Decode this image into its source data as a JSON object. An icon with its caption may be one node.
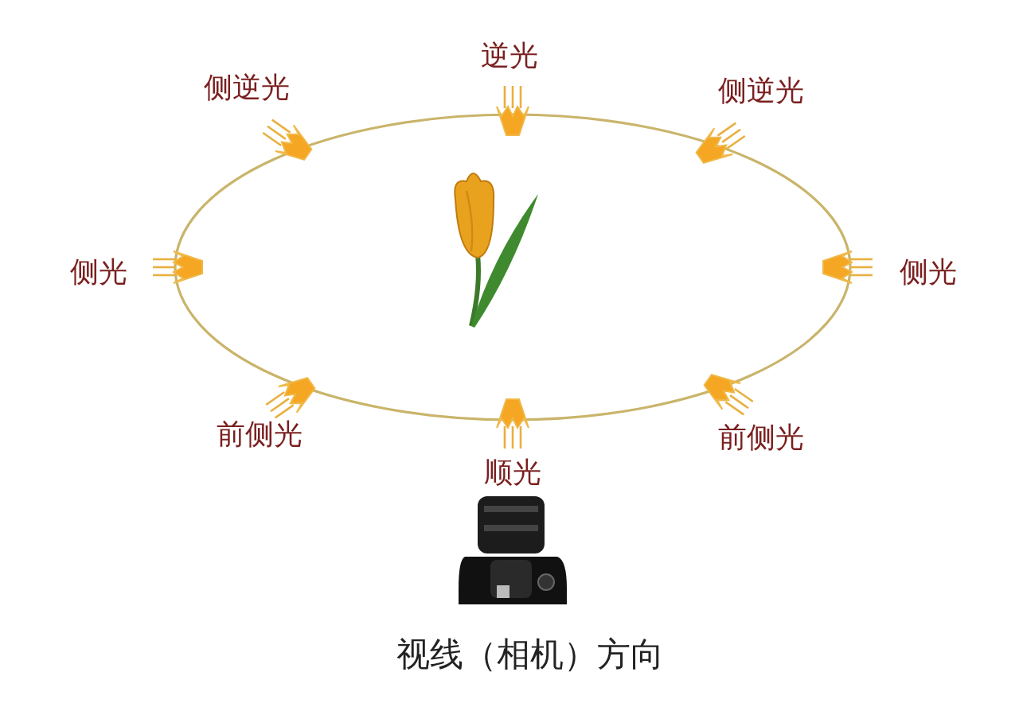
{
  "diagram": {
    "caption": "视线（相机）方向",
    "labels": [
      "逆光",
      "侧逆光",
      "侧逆光",
      "侧光",
      "侧光",
      "前侧光",
      "前侧光",
      "顺光"
    ]
  }
}
